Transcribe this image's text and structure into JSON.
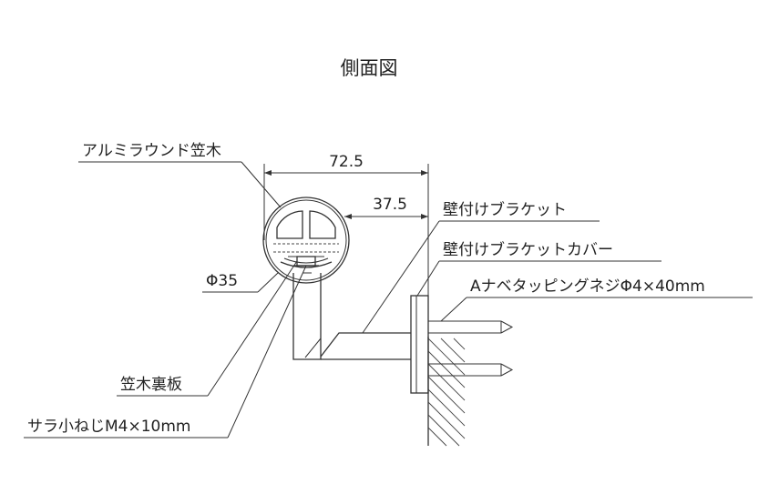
{
  "title": "側面図",
  "dimensions": {
    "overall": "72.5",
    "projection": "37.5",
    "diameter": "Φ35"
  },
  "labels": {
    "handrail": "アルミラウンド笠木",
    "bracket": "壁付けブラケット",
    "bracket_cover": "壁付けブラケットカバー",
    "tapping_screw": "AナベタッピングネジΦ4×40mm",
    "back_plate": "笠木裏板",
    "small_screw": "サラ小ねじM4×10mm"
  }
}
